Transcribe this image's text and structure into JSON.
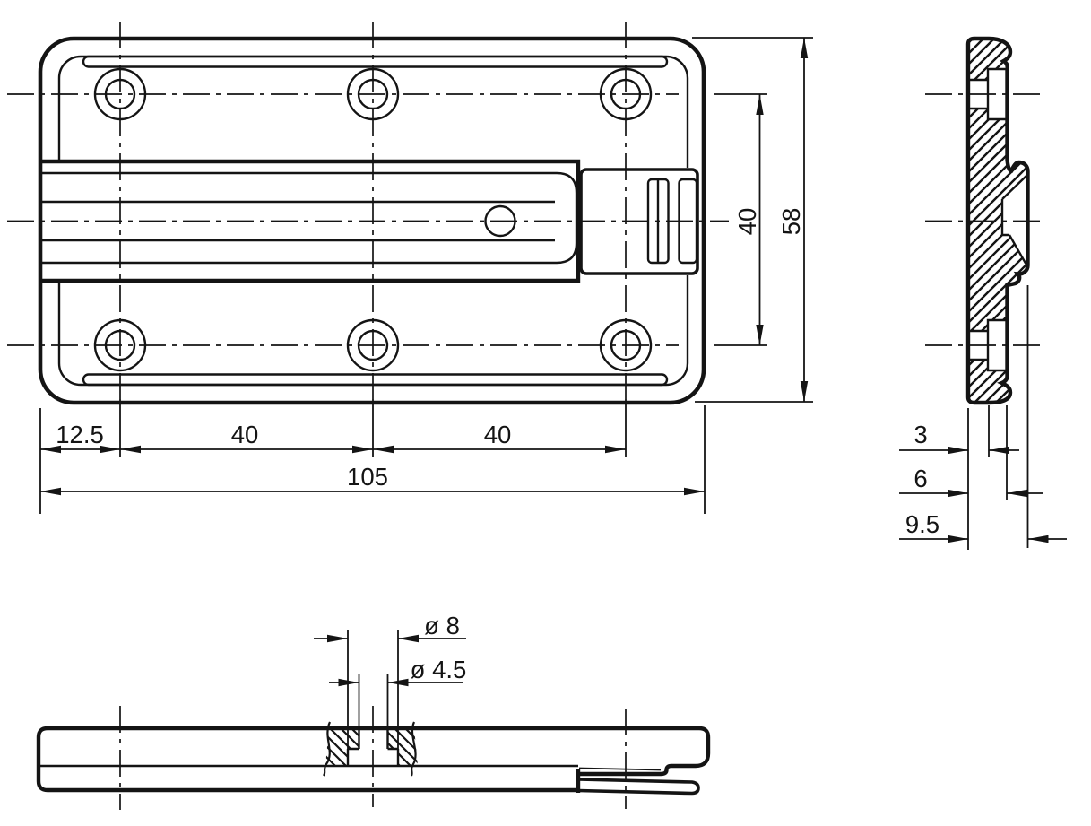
{
  "drawing": {
    "front": {
      "offset_left": "12.5",
      "pitch_a": "40",
      "pitch_b": "40",
      "width_total": "105",
      "row_pitch": "40",
      "height_total": "58"
    },
    "side": {
      "plate_thickness": "3",
      "boss_depth": "6",
      "total_depth": "9.5"
    },
    "bottom": {
      "counterbore_dia": "ø 8",
      "hole_dia": "ø 4.5"
    }
  }
}
